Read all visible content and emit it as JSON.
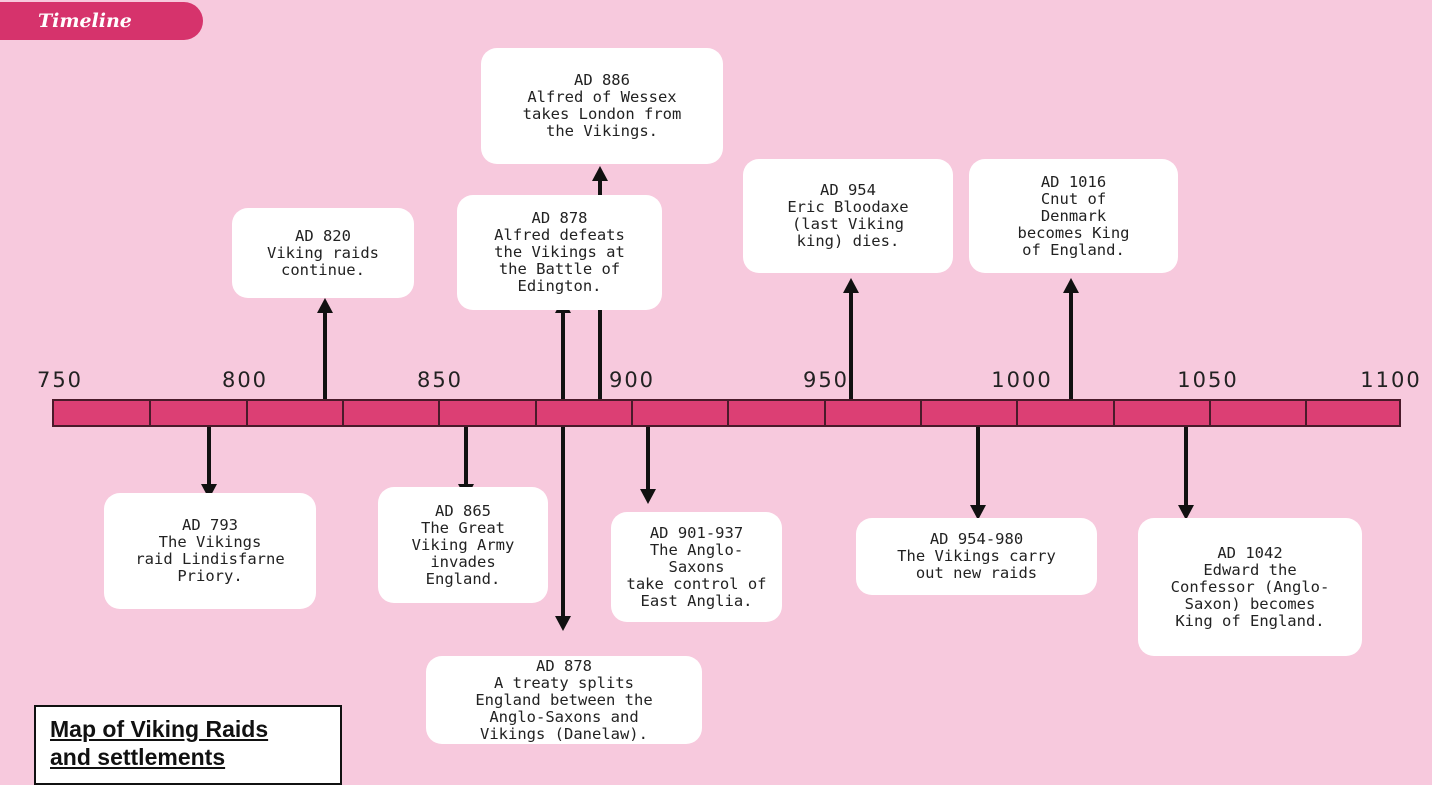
{
  "header": {
    "title": "Timeline"
  },
  "axis": {
    "years": [
      "750",
      "800",
      "850",
      "900",
      "950",
      "1000",
      "1050",
      "1100"
    ]
  },
  "events": [
    {
      "id": "e793",
      "text": "AD 793\nThe Vikings\nraid Lindisfarne\nPriory.",
      "direction": "down"
    },
    {
      "id": "e820",
      "text": "AD 820\nViking raids\ncontinue.",
      "direction": "up"
    },
    {
      "id": "e865",
      "text": "AD 865\nThe Great\nViking Army\ninvades\nEngland.",
      "direction": "down"
    },
    {
      "id": "e878a",
      "text": "AD 878\nAlfred defeats\nthe Vikings at\nthe Battle of\nEdington.",
      "direction": "up"
    },
    {
      "id": "e878b",
      "text": "AD 878\nA treaty splits\nEngland between the\nAnglo-Saxons and\nVikings (Danelaw).",
      "direction": "down"
    },
    {
      "id": "e886",
      "text": "AD 886\nAlfred of Wessex\ntakes London from\nthe Vikings.",
      "direction": "up"
    },
    {
      "id": "e901",
      "text": "AD 901-937\nThe Anglo-\nSaxons\ntake control of\nEast Anglia.",
      "direction": "down"
    },
    {
      "id": "e954",
      "text": "AD 954\nEric Bloodaxe\n(last Viking\nking) dies.",
      "direction": "up"
    },
    {
      "id": "e954b",
      "text": "AD 954-980\nThe Vikings carry\nout new raids",
      "direction": "down"
    },
    {
      "id": "e1016",
      "text": "AD 1016\nCnut of\nDenmark\nbecomes King\nof England.",
      "direction": "up"
    },
    {
      "id": "e1042",
      "text": "AD 1042\nEdward the\nConfessor (Anglo-\nSaxon) becomes\nKing of England.",
      "direction": "down"
    }
  ],
  "map_box": {
    "title": "Map of Viking Raids\nand settlements"
  },
  "colors": {
    "background": "#f7c9dd",
    "bar": "#dc3f74",
    "header": "#d6336c"
  }
}
